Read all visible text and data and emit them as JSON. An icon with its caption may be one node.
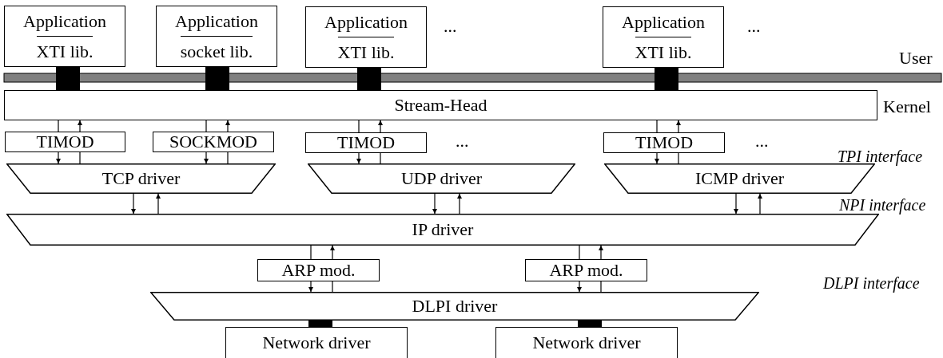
{
  "diagram": {
    "nodes": [
      {
        "text": [
          "Application",
          "XTI lib."
        ]
      },
      {
        "text": [
          "Application",
          "socket lib."
        ]
      },
      {
        "text": [
          "Application",
          "XTI lib."
        ]
      },
      {
        "text": [
          "Application",
          "XTI lib."
        ]
      },
      {
        "text": [
          "Stream-Head"
        ]
      },
      {
        "text": [
          "TIMOD"
        ]
      },
      {
        "text": [
          "SOCKMOD"
        ]
      },
      {
        "text": [
          "TIMOD"
        ]
      },
      {
        "text": [
          "TIMOD"
        ]
      },
      {
        "text": [
          "TCP driver"
        ]
      },
      {
        "text": [
          "UDP driver"
        ]
      },
      {
        "text": [
          "ICMP driver"
        ]
      },
      {
        "text": [
          "IP driver"
        ]
      },
      {
        "text": [
          "ARP mod."
        ]
      },
      {
        "text": [
          "ARP mod."
        ]
      },
      {
        "text": [
          "DLPI driver"
        ]
      },
      {
        "text": [
          "Network driver"
        ]
      },
      {
        "text": [
          "Network driver"
        ]
      }
    ],
    "edges": [
      {
        "from": 0,
        "to": 4,
        "arrow": "none",
        "style": "thick"
      },
      {
        "from": 1,
        "to": 4,
        "arrow": "none",
        "style": "thick"
      },
      {
        "from": 2,
        "to": 4,
        "arrow": "none",
        "style": "thick"
      },
      {
        "from": 3,
        "to": 4,
        "arrow": "none",
        "style": "thick"
      },
      {
        "from": 4,
        "to": 5,
        "arrow": "none"
      },
      {
        "from": 5,
        "to": 4,
        "arrow": "to"
      },
      {
        "from": 5,
        "to": 9,
        "arrow": "to"
      },
      {
        "from": 9,
        "to": 5,
        "arrow": "none"
      },
      {
        "from": 4,
        "to": 6,
        "arrow": "none"
      },
      {
        "from": 6,
        "to": 4,
        "arrow": "to"
      },
      {
        "from": 6,
        "to": 9,
        "arrow": "to"
      },
      {
        "from": 9,
        "to": 6,
        "arrow": "none"
      },
      {
        "from": 4,
        "to": 7,
        "arrow": "none"
      },
      {
        "from": 7,
        "to": 4,
        "arrow": "to"
      },
      {
        "from": 7,
        "to": 10,
        "arrow": "to"
      },
      {
        "from": 10,
        "to": 7,
        "arrow": "none"
      },
      {
        "from": 4,
        "to": 8,
        "arrow": "none"
      },
      {
        "from": 8,
        "to": 4,
        "arrow": "to"
      },
      {
        "from": 8,
        "to": 11,
        "arrow": "to"
      },
      {
        "from": 11,
        "to": 8,
        "arrow": "none"
      },
      {
        "from": 9,
        "to": 12,
        "arrow": "to"
      },
      {
        "from": 12,
        "to": 9,
        "arrow": "to"
      },
      {
        "from": 10,
        "to": 12,
        "arrow": "to"
      },
      {
        "from": 12,
        "to": 10,
        "arrow": "to"
      },
      {
        "from": 11,
        "to": 12,
        "arrow": "to"
      },
      {
        "from": 12,
        "to": 11,
        "arrow": "to"
      },
      {
        "from": 12,
        "to": 13,
        "arrow": "none"
      },
      {
        "from": 13,
        "to": 12,
        "arrow": "to"
      },
      {
        "from": 13,
        "to": 15,
        "arrow": "to"
      },
      {
        "from": 15,
        "to": 13,
        "arrow": "none"
      },
      {
        "from": 12,
        "to": 14,
        "arrow": "none"
      },
      {
        "from": 14,
        "to": 12,
        "arrow": "to"
      },
      {
        "from": 14,
        "to": 15,
        "arrow": "to"
      },
      {
        "from": 15,
        "to": 14,
        "arrow": "none"
      },
      {
        "from": 15,
        "to": 16,
        "arrow": "none",
        "style": "thick"
      },
      {
        "from": 15,
        "to": 17,
        "arrow": "none",
        "style": "thick"
      }
    ],
    "labels": [
      "...",
      "...",
      "User",
      "Kernel",
      "...",
      "...",
      "TPI interface",
      "NPI interface",
      "DLPI interface"
    ]
  }
}
